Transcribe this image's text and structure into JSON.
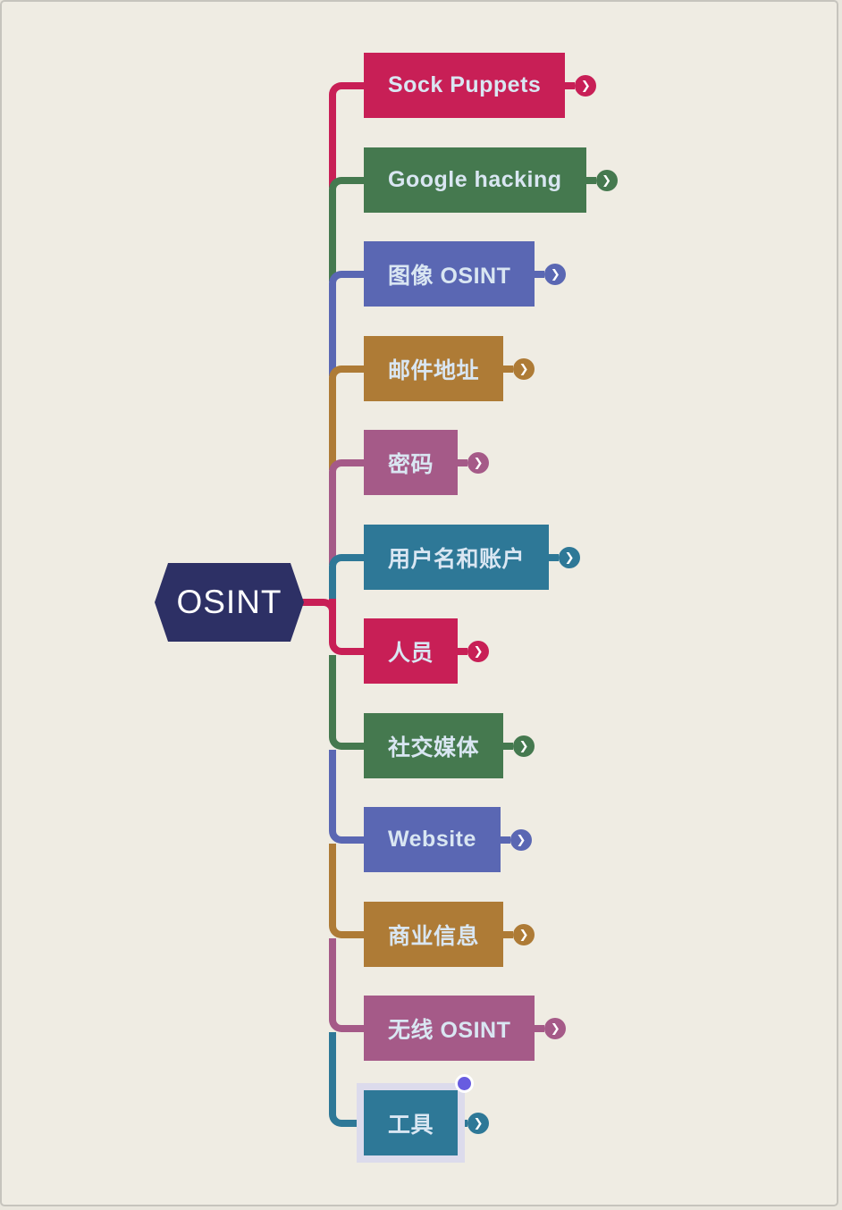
{
  "app": {
    "background_color": "#efece3",
    "canvas_border_color": "#c6c4bd"
  },
  "root": {
    "label": "OSINT",
    "color": "#2d3065",
    "text_color": "#ffffff",
    "connector_color": "#c81f56"
  },
  "expand_icon": {
    "glyph": "❯"
  },
  "selection": {
    "frame_color": "#dcdbec",
    "handle_color": "#685ce0"
  },
  "nodes": [
    {
      "label": "Sock Puppets",
      "color": "#c81f56",
      "selected": false
    },
    {
      "label": "Google hacking",
      "color": "#45794f",
      "selected": false
    },
    {
      "label": "图像 OSINT",
      "color": "#5a67b3",
      "selected": false
    },
    {
      "label": "邮件地址",
      "color": "#ae7b36",
      "selected": false
    },
    {
      "label": "密码",
      "color": "#a55a88",
      "selected": false
    },
    {
      "label": "用户名和账户",
      "color": "#2e7897",
      "selected": false
    },
    {
      "label": "人员",
      "color": "#c81f56",
      "selected": false
    },
    {
      "label": "社交媒体",
      "color": "#45794f",
      "selected": false
    },
    {
      "label": "Website",
      "color": "#5a67b3",
      "selected": false
    },
    {
      "label": "商业信息",
      "color": "#ae7b36",
      "selected": false
    },
    {
      "label": "无线 OSINT",
      "color": "#a55a88",
      "selected": false
    },
    {
      "label": "工具",
      "color": "#2e7897",
      "selected": true
    }
  ]
}
